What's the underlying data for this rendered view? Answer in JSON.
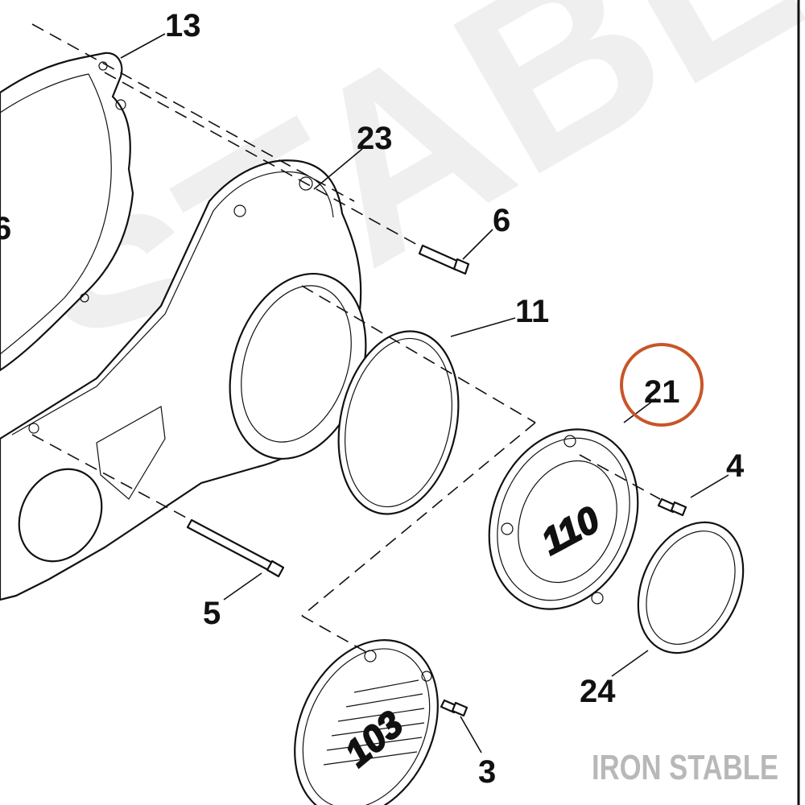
{
  "watermark": {
    "big_text": "STABLE",
    "brand_text": "IRON STABLE",
    "big_color": "#efefef",
    "brand_color": "#b8b8b8"
  },
  "highlight_color": "#c8552a",
  "callouts": {
    "c13": "13",
    "c23": "23",
    "c6": "6",
    "c6_left": "6",
    "c11": "11",
    "c21": "21",
    "c4": "4",
    "c5": "5",
    "c24": "24",
    "c3": "3"
  },
  "cover_logos": {
    "cover_110": "110",
    "cover_103": "103"
  },
  "highlighted_part": "21"
}
